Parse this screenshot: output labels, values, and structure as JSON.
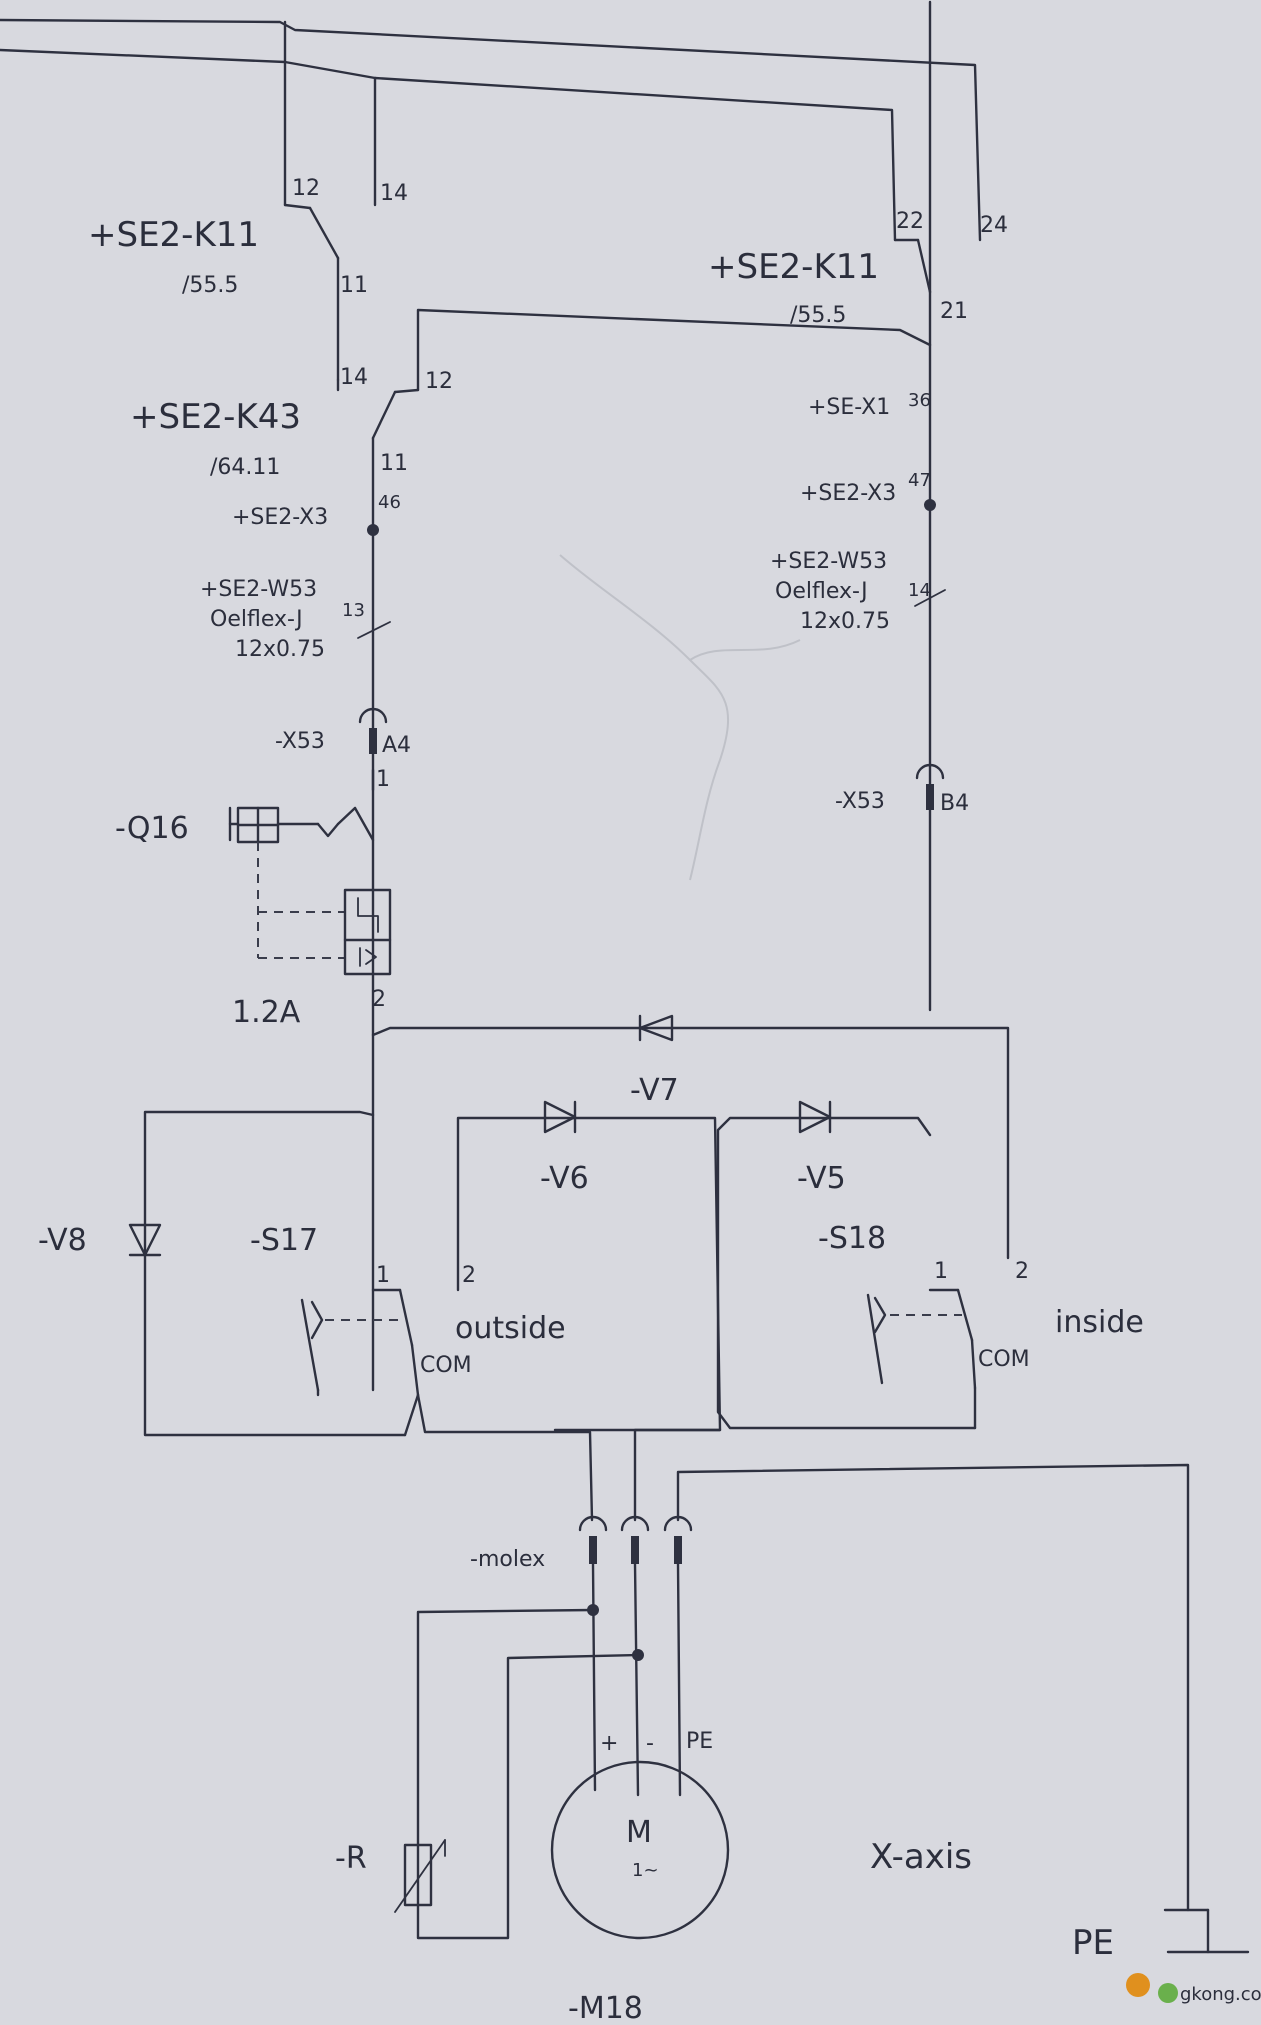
{
  "labels": {
    "k11_left": "+SE2-K11",
    "k11_left_ref": "/55.5",
    "k11_left_t12": "12",
    "k11_left_t14": "14",
    "k11_left_t11": "11",
    "k11_right": "+SE2-K11",
    "k11_right_ref": "/55.5",
    "k11_right_t22": "22",
    "k11_right_t24": "24",
    "k11_right_t21": "21",
    "k43": "+SE2-K43",
    "k43_ref": "/64.11",
    "k43_t14": "14",
    "k43_t12": "12",
    "k43_t11": "11",
    "x3_left": "+SE2-X3",
    "x3_left_pin": "46",
    "x1_right": "+SE-X1",
    "x1_right_pin": "36",
    "x3_right": "+SE2-X3",
    "x3_right_pin": "47",
    "w53_left_1": "+SE2-W53",
    "w53_left_2": "Oelflex-J",
    "w53_left_3": "12x0.75",
    "w53_left_core": "13",
    "w53_right_1": "+SE2-W53",
    "w53_right_2": "Oelflex-J",
    "w53_right_3": "12x0.75",
    "w53_right_core": "14",
    "x53_left": "-X53",
    "x53_left_pin": "A4",
    "x53_right": "-X53",
    "x53_right_pin": "B4",
    "q16": "-Q16",
    "q16_t1": "1",
    "q16_t2": "2",
    "q16_rating": "1.2A",
    "v7": "-V7",
    "v6": "-V6",
    "v5": "-V5",
    "v8": "-V8",
    "s17": "-S17",
    "s17_t1": "1",
    "s17_t2": "2",
    "s17_com": "COM",
    "s17_pos": "outside",
    "s18": "-S18",
    "s18_t1": "1",
    "s18_t2": "2",
    "s18_com": "COM",
    "s18_pos": "inside",
    "molex": "-molex",
    "motor_plus": "+",
    "motor_minus": "-",
    "motor_pe": "PE",
    "motor_m": "M",
    "motor_type": "1~",
    "motor": "-M18",
    "resistor": "-R",
    "axis": "X-axis",
    "pe_ground": "PE",
    "watermark": "gkong.com"
  }
}
